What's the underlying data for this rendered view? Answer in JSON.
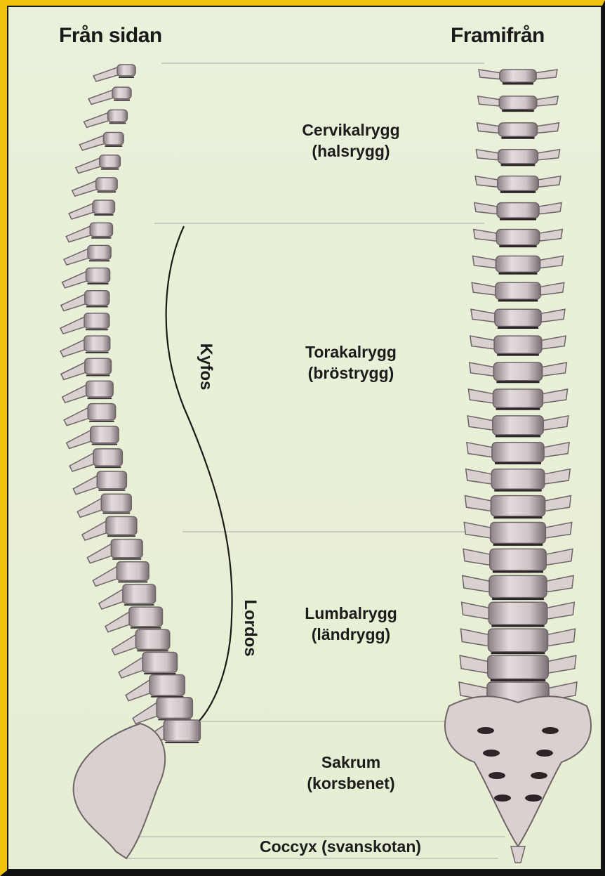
{
  "headers": {
    "side_view": "Från sidan",
    "front_view": "Framifrån"
  },
  "regions": [
    {
      "name": "Cervikalrygg",
      "sub": "(halsrygg)"
    },
    {
      "name": "Torakalrygg",
      "sub": "(bröstrygg)"
    },
    {
      "name": "Lumbalrygg",
      "sub": "(ländrygg)"
    },
    {
      "name": "Sakrum",
      "sub": "(korsbenet)"
    },
    {
      "name": "Coccyx (svanskotan)"
    }
  ],
  "curves": {
    "kyphosis": "Kyfos",
    "lordosis": "Lordos"
  },
  "colors": {
    "border": "#f2c10c",
    "background": "#e9f0d8",
    "bone": "#d9d0d0",
    "bone_shadow": "#6e6468"
  }
}
